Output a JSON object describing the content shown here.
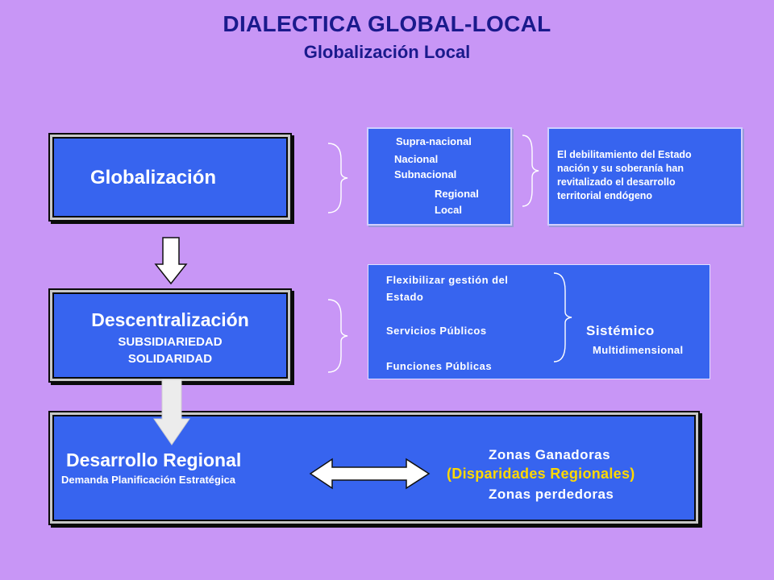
{
  "header": {
    "title": "DIALECTICA GLOBAL-LOCAL",
    "subtitle": "Globalización Local"
  },
  "globalizacion": {
    "label": "Globalización",
    "levels": [
      "Supra-nacional",
      "Nacional",
      "Subnacional",
      "Regional",
      "Local"
    ],
    "note": [
      "El debilitamiento del Estado",
      "nación y su soberanía han",
      "revitalizado el desarrollo",
      "territorial endógeno"
    ]
  },
  "descentralizacion": {
    "label": "Descentralización",
    "sub1": "SUBSIDIARIEDAD",
    "sub2": "SOLIDARIDAD",
    "items": [
      "Flexibilizar gestión del",
      "Estado",
      "Servicios Públicos",
      "Funciones Públicas"
    ],
    "right1": "Sistémico",
    "right2": "Multidimensional"
  },
  "desarrollo": {
    "label": "Desarrollo Regional",
    "sub": "Demanda Planificación Estratégica",
    "zone1": "Zonas Ganadoras",
    "zone2": "(Disparidades Regionales)",
    "zone3": "Zonas perdedoras"
  },
  "colors": {
    "background": "#c896f6",
    "box": "#3764ef",
    "title": "#1a1a8c",
    "highlight": "#ffd800"
  }
}
